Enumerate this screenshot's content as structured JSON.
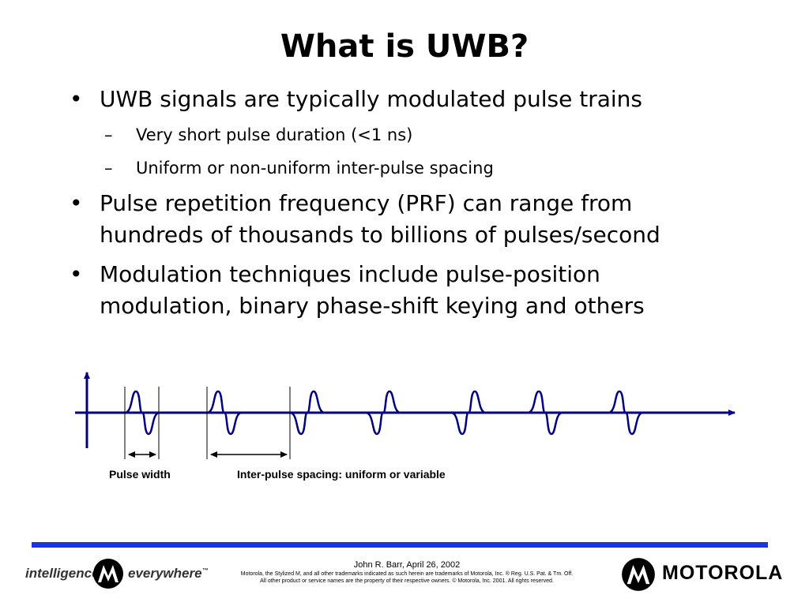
{
  "slide": {
    "title": "What is UWB?",
    "bullets": [
      {
        "text": "UWB signals are typically modulated pulse trains",
        "subs": [
          "Very short pulse duration (<1 ns)",
          "Uniform or non-uniform inter-pulse spacing"
        ]
      },
      {
        "lines": [
          "Pulse repetition frequency (PRF) can range from",
          "hundreds of thousands to billions of pulses/second"
        ]
      },
      {
        "lines": [
          "Modulation techniques include pulse-position",
          "modulation, binary phase-shift keying and others"
        ]
      }
    ],
    "bullet_glyph": "•",
    "sub_glyph": "–"
  },
  "diagram": {
    "labels": {
      "pulse_width": "Pulse width",
      "spacing": "Inter-pulse spacing: uniform or variable"
    },
    "line_color": "#000080"
  },
  "footer": {
    "author": "John R. Barr, April 26, 2002",
    "legal_1": "Motorola, the Stylized M, and all other trademarks indicated as such herein are trademarks of Motorola, Inc.  ® Reg. U.S. Pat. & Tm. Off.",
    "legal_2": "All other product or service names are the property of their respective owners.  © Motorola, Inc. 2001.  All rights reserved.",
    "left_logo_1": "intelligence",
    "left_logo_2": "everywhere",
    "left_logo_tm": "™",
    "brand": "MOTOROLA",
    "rule_color": "#1a33e6"
  }
}
